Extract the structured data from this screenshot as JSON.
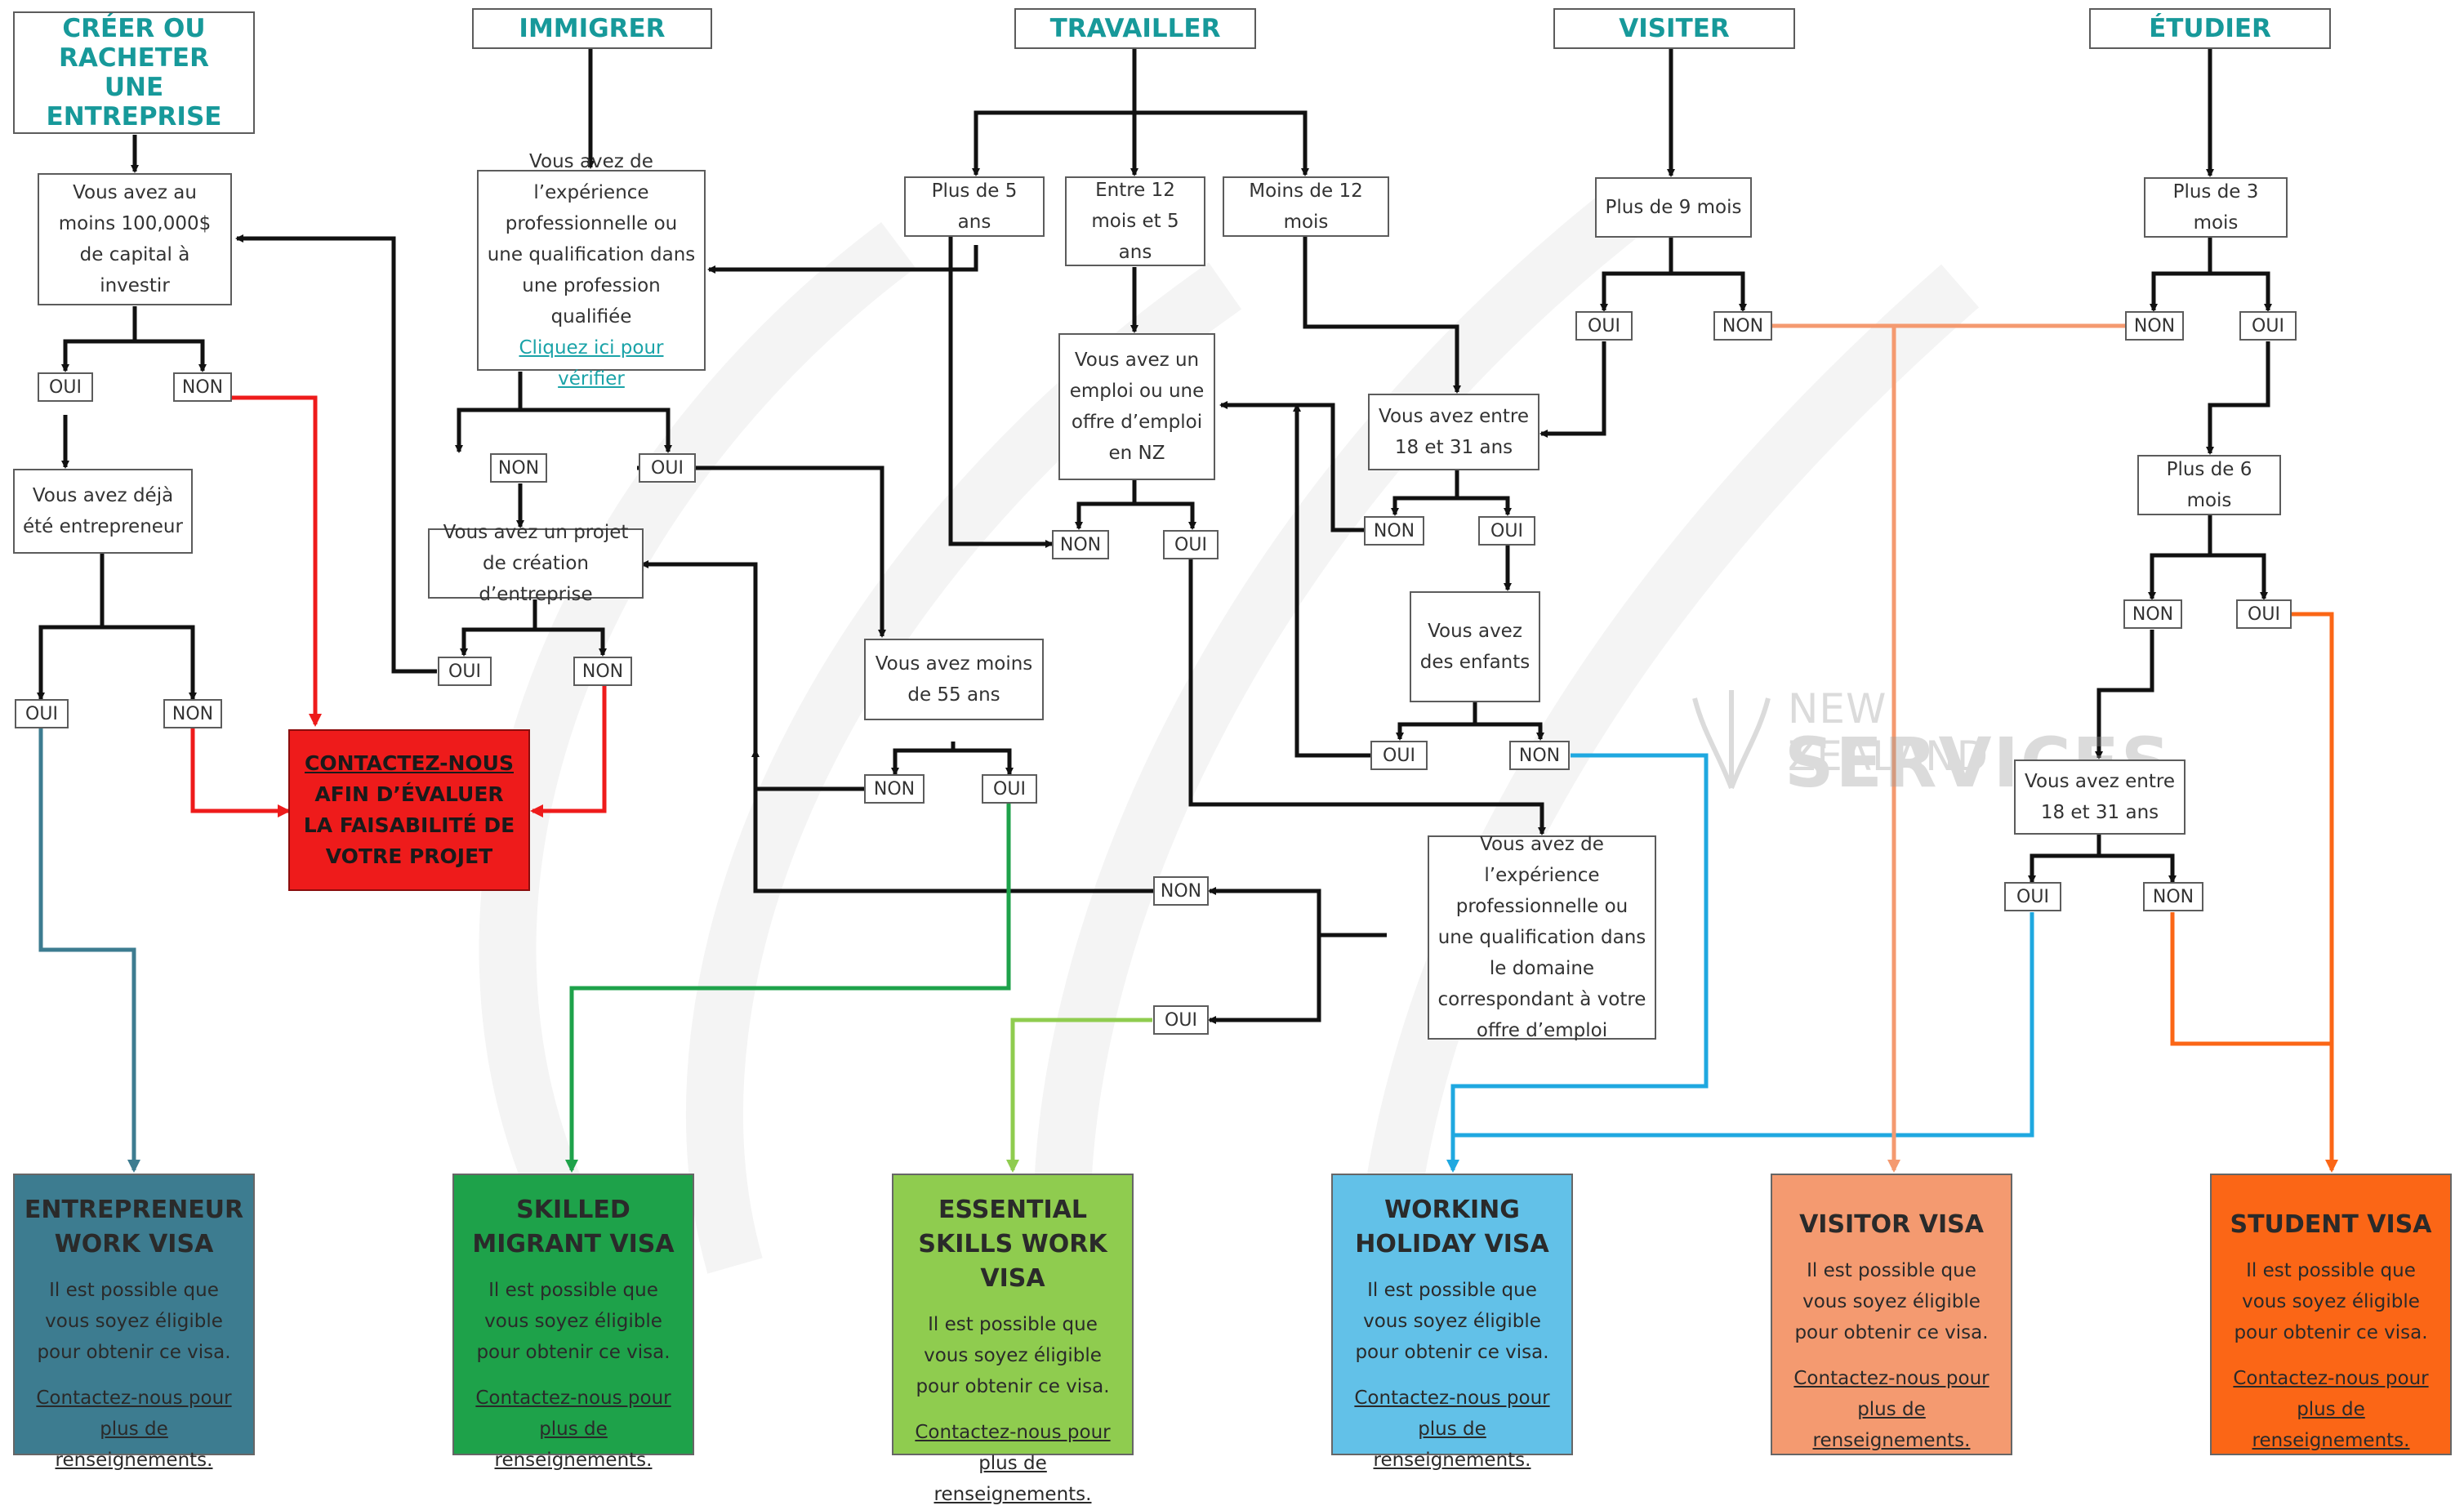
{
  "headers": {
    "entreprise": "CRÉER OU RACHETER UNE ENTREPRISE",
    "immigrer": "IMMIGRER",
    "travailler": "TRAVAILLER",
    "visiter": "VISITER",
    "etudier": "ÉTUDIER"
  },
  "questions": {
    "capital": "Vous avez au moins 100,000$ de capital à investir",
    "entrepreneur": "Vous avez déjà été entrepreneur",
    "experience_qualif": "Vous avez de l’expérience professionnelle ou une qualification dans une profession qualifiée",
    "verifier_link": "Cliquez ici pour vérifier",
    "projet": "Vous avez un projet de création d’entreprise",
    "moins55": "Vous avez moins de 55 ans",
    "plus5": "Plus de 5 ans",
    "entre12_5": "Entre 12 mois et 5 ans",
    "moins12": "Moins de 12 mois",
    "emploi_nz": "Vous avez un emploi ou une offre d’emploi en NZ",
    "entre18_31_travail": "Vous avez entre 18 et 31 ans",
    "enfants": "Vous avez des enfants",
    "experience_domaine": "Vous avez de l’expérience professionnelle ou une qualification dans le domaine correspondant à votre offre d’emploi",
    "plus9": "Plus de 9 mois",
    "plus3": "Plus de 3 mois",
    "plus6": "Plus de 6 mois",
    "entre18_31_etude": "Vous avez entre 18 et 31 ans"
  },
  "answers": {
    "oui": "OUI",
    "non": "NON"
  },
  "contact_box": {
    "line1": "CONTACTEZ-NOUS",
    "line2": "AFIN D’ÉVALUER LA FAISABILITÉ DE VOTRE PROJET"
  },
  "visas": [
    {
      "title": "ENTREPRENEUR WORK VISA",
      "color": "#3d7c90"
    },
    {
      "title": "SKILLED MIGRANT VISA",
      "color": "#1ea24a"
    },
    {
      "title": "ESSENTIAL SKILLS WORK VISA",
      "color": "#8fcc4f"
    },
    {
      "title": "WORKING HOLIDAY VISA",
      "color": "#62c1e8"
    },
    {
      "title": "VISITOR VISA",
      "color": "#f49a70"
    },
    {
      "title": "STUDENT VISA",
      "color": "#fb6616"
    }
  ],
  "visa_text": {
    "description": "Il est possible que vous soyez éligible pour obtenir ce visa.",
    "contact": "Contactez-nous pour plus de renseignements."
  },
  "watermark": {
    "line1": "NEW ZEALAND",
    "line2": "SERVICES"
  },
  "colors": {
    "header_text": "#17999a",
    "connector": "#111111",
    "red_path": "#ee1b1b",
    "teal_path": "#3d7c90",
    "green_path": "#1ea24a",
    "lightgreen_path": "#8fcc4f",
    "blue_path": "#1fa8e0",
    "salmon_path": "#f49a70",
    "orange_path": "#fb6616"
  }
}
